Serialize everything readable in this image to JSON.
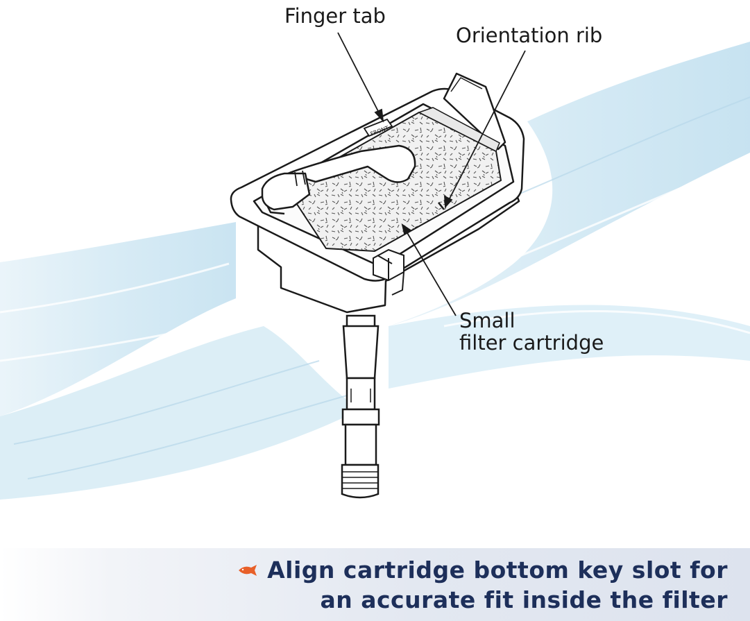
{
  "callouts": {
    "finger_tab": "Finger tab",
    "orientation_rib": "Orientation rib",
    "cartridge_line1": "Small",
    "cartridge_line2": "filter cartridge"
  },
  "molded_text": "FRONT",
  "banner": {
    "line1": "Align cartridge bottom key slot for",
    "line2": "an accurate fit inside the filter",
    "icon": "fish-icon",
    "icon_color": "#e8602a",
    "text_color": "#1d2f5a"
  },
  "colors": {
    "water": "#cfe6f2",
    "outline": "#1a1a1a"
  }
}
